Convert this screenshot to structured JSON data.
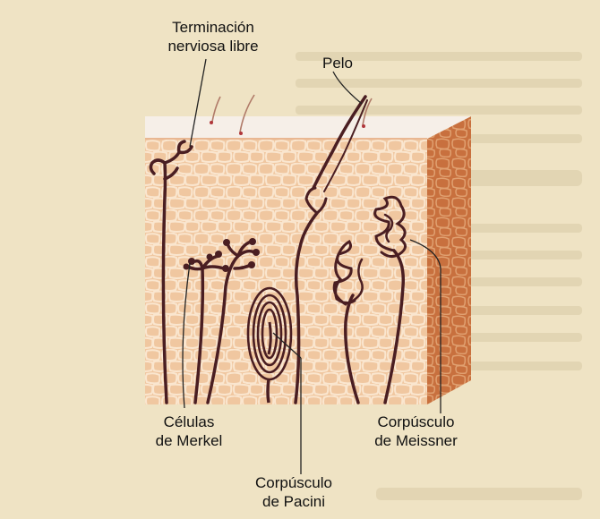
{
  "labels": {
    "terminacion": {
      "line1": "Terminación",
      "line2": "nerviosa libre"
    },
    "pelo": "Pelo",
    "merkel": {
      "line1": "Células",
      "line2": "de Merkel"
    },
    "meissner": {
      "line1": "Corpúsculo",
      "line2": "de Meissner"
    },
    "pacini": {
      "line1": "Corpúsculo",
      "line2": "de Pacini"
    }
  },
  "colors": {
    "page": "#efe3c4",
    "skin_front": "#f0c7a0",
    "skin_right_side": "#c8703e",
    "epidermis_top": "#f6efe8",
    "nerve": "#4a1e22",
    "cell_outline": "#fae6cf"
  }
}
